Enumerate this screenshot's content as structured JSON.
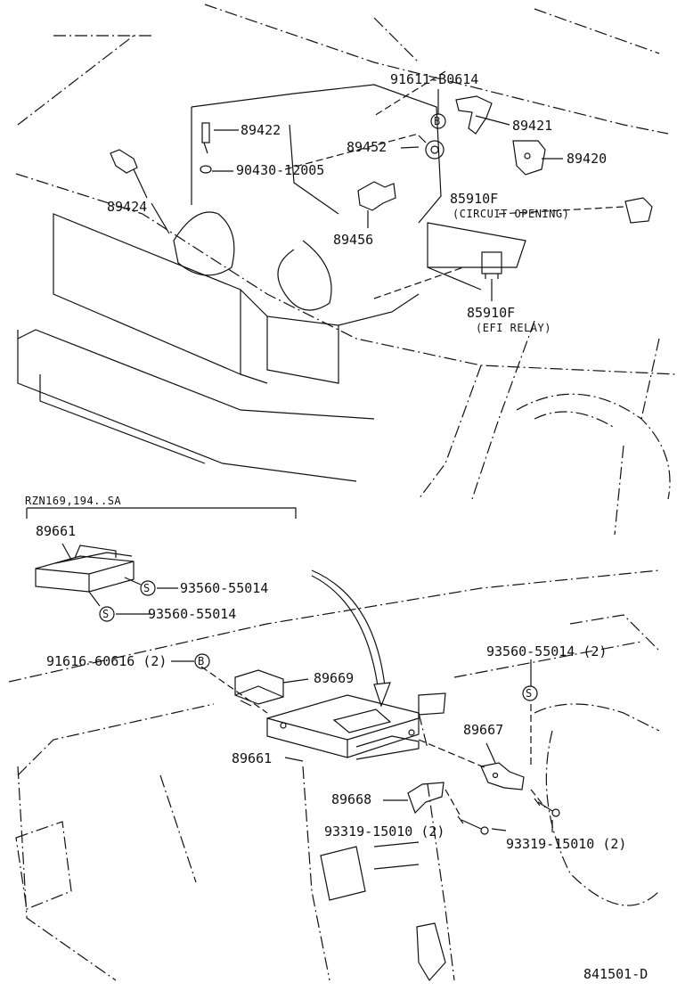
{
  "parts": {
    "p91611": "91611-B0614",
    "p89421": "89421",
    "p89422": "89422",
    "p89452": "89452",
    "p89420": "89420",
    "p90430": "90430-12005",
    "p89424": "89424",
    "p85910f_a": "85910F",
    "p85910f_a_note": "(CIRCUIT OPENING)",
    "p89456": "89456",
    "p85910f_b": "85910F",
    "p85910f_b_note": "(EFI RELAY)",
    "inset_header": "RZN169,194..SA",
    "inset_89661": "89661",
    "inset_93560_a": "93560-55014",
    "inset_93560_b": "93560-55014",
    "p91616": "91616-60616 (2)",
    "p89669": "89669",
    "p93560_2": "93560-55014 (2)",
    "p89667": "89667",
    "p89661": "89661",
    "p89668": "89668",
    "p93319_a": "93319-15010 (2)",
    "p93319_b": "93319-15010 (2)",
    "ref_code": "841501-D"
  },
  "symbols": {
    "b_mark": "B",
    "s_mark": "S"
  }
}
